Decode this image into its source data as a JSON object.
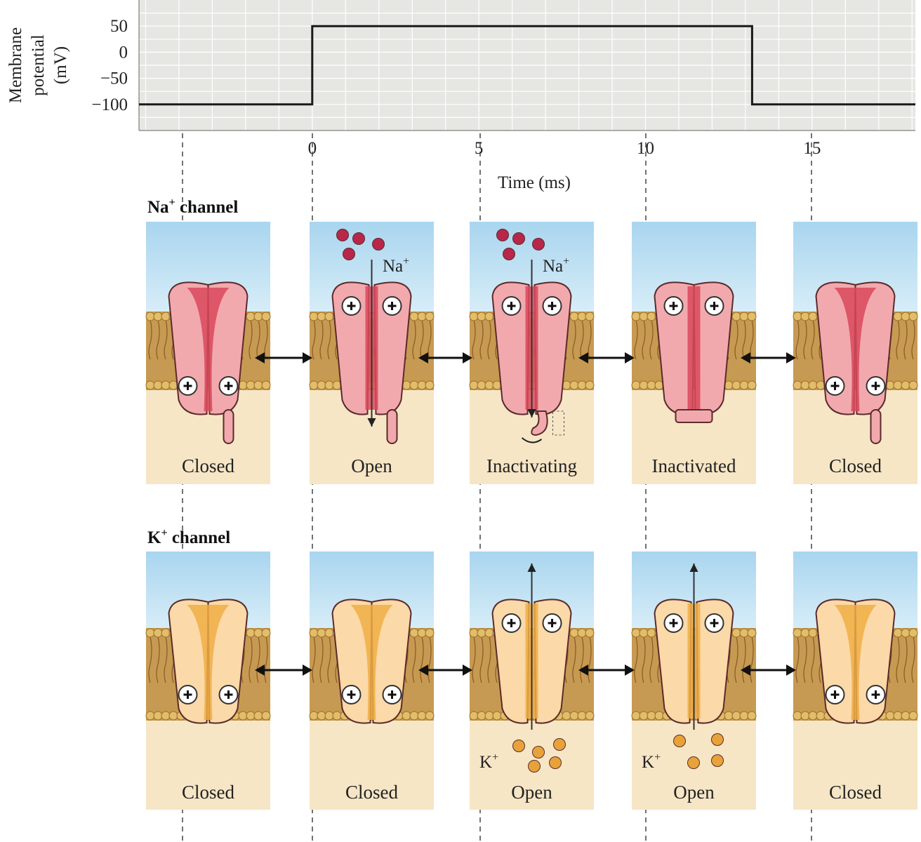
{
  "chart_data": {
    "type": "line",
    "ylabel": "Membrane potential (mV)",
    "ylabel_lines": [
      "Membrane",
      "potential",
      "(mV)"
    ],
    "xlabel": "Time (ms)",
    "yticks": [
      50,
      0,
      -50,
      -100
    ],
    "ytick_labels": [
      "50",
      "0",
      "−50",
      "−100"
    ],
    "xticks": [
      0,
      5,
      10,
      15
    ],
    "xtick_labels": [
      "0",
      "5",
      "10",
      "15"
    ],
    "xlim": [
      -5.2,
      18.1
    ],
    "ylim": [
      -150,
      100
    ],
    "grid": true,
    "series": [
      {
        "x": [
          -5.2,
          0,
          0,
          13.2,
          13.2,
          18.1
        ],
        "y": [
          -100,
          -100,
          50,
          50,
          -100,
          -100
        ]
      }
    ]
  },
  "rows": [
    {
      "id": "na",
      "title_main": "Na",
      "title_sup": "+",
      "title_rest": " channel",
      "color": "#f2a9ad",
      "dark_color": "#d9495c",
      "ion_color": "#b8264a",
      "states": [
        "Closed",
        "Open",
        "Inactivating",
        "Inactivated",
        "Closed"
      ],
      "ion_labels": [
        {
          "panel": 1,
          "text": "Na",
          "sup": "+"
        },
        {
          "panel": 2,
          "text": "Na",
          "sup": "+"
        }
      ]
    },
    {
      "id": "k",
      "title_main": "K",
      "title_sup": "+",
      "title_rest": " channel",
      "color": "#fbd9a8",
      "dark_color": "#f0ae45",
      "ion_color": "#e8a23a",
      "states": [
        "Closed",
        "Closed",
        "Open",
        "Open",
        "Closed"
      ],
      "ion_labels": [
        {
          "panel": 2,
          "text": "K",
          "sup": "+"
        },
        {
          "panel": 3,
          "text": "K",
          "sup": "+"
        }
      ]
    }
  ],
  "colors": {
    "plot_bg": "#e6e6e3",
    "grid": "#ffffff",
    "line": "#1a1a1a",
    "sky": "#bfe0f3",
    "cytosol": "#f6e6c6",
    "lipid_head": "#e2bd6a",
    "lipid_tail": "#8a5a20",
    "membrane_fill": "#c69a52"
  }
}
